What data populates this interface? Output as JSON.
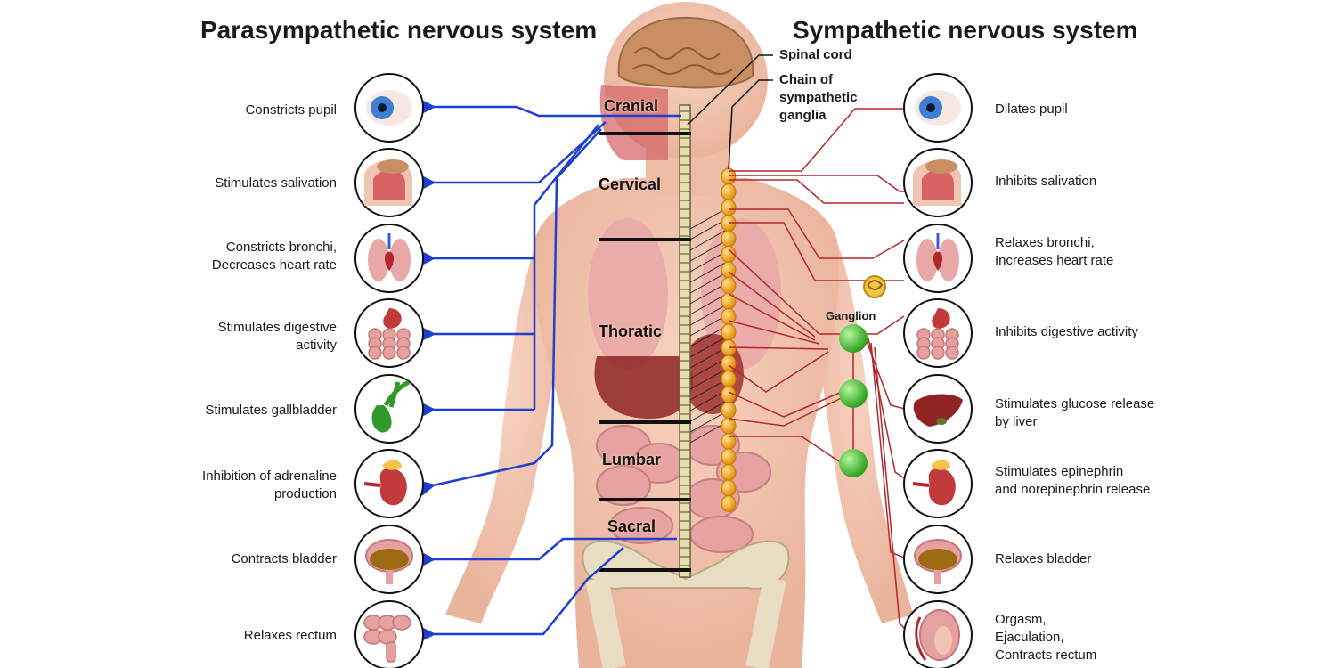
{
  "titles": {
    "parasympathetic": "Parasympathetic nervous system",
    "sympathetic": "Sympathetic nervous system"
  },
  "callouts": {
    "spinal_cord": "Spinal cord",
    "chain": "Chain of\nsympathetic\nganglia",
    "ganglion": "Ganglion"
  },
  "regions": {
    "cranial": "Cranial",
    "cervical": "Cervical",
    "thoratic": "Thoratic",
    "lumbar": "Lumbar",
    "sacral": "Sacral"
  },
  "parasympathetic_effects": [
    {
      "label": "Constricts pupil",
      "icon": "eye-icon"
    },
    {
      "label": "Stimulates salivation",
      "icon": "salivary-gland-icon"
    },
    {
      "label": "Constricts bronchi,\nDecreases heart rate",
      "icon": "lungs-heart-icon"
    },
    {
      "label": "Stimulates digestive\nactivity",
      "icon": "stomach-intestine-icon"
    },
    {
      "label": "Stimulates gallbladder",
      "icon": "gallbladder-icon"
    },
    {
      "label": "Inhibition of adrenaline\nproduction",
      "icon": "adrenal-kidney-icon"
    },
    {
      "label": "Contracts bladder",
      "icon": "bladder-icon"
    },
    {
      "label": "Relaxes rectum",
      "icon": "rectum-icon"
    }
  ],
  "sympathetic_effects": [
    {
      "label": "Dilates pupil",
      "icon": "eye-icon"
    },
    {
      "label": "Inhibits salivation",
      "icon": "salivary-gland-icon"
    },
    {
      "label": "Relaxes bronchi,\nIncreases heart rate",
      "icon": "lungs-heart-icon"
    },
    {
      "label": "Inhibits digestive activity",
      "icon": "stomach-intestine-icon"
    },
    {
      "label": "Stimulates glucose release\nby liver",
      "icon": "liver-icon"
    },
    {
      "label": "Stimulates epinephrin\nand norepinephrin release",
      "icon": "adrenal-kidney-icon"
    },
    {
      "label": "Relaxes bladder",
      "icon": "bladder-icon"
    },
    {
      "label": "Orgasm,\nEjaculation,\nContracts rectum",
      "icon": "reproductive-icon"
    }
  ],
  "colors": {
    "parasympathetic_nerve": "#1f3fd1",
    "sympathetic_nerve": "#b3262a",
    "skin": "#f3c3ac",
    "ganglion": "#4cc93a",
    "chain": "#f3a51d",
    "spine": "#e8dfb0"
  }
}
